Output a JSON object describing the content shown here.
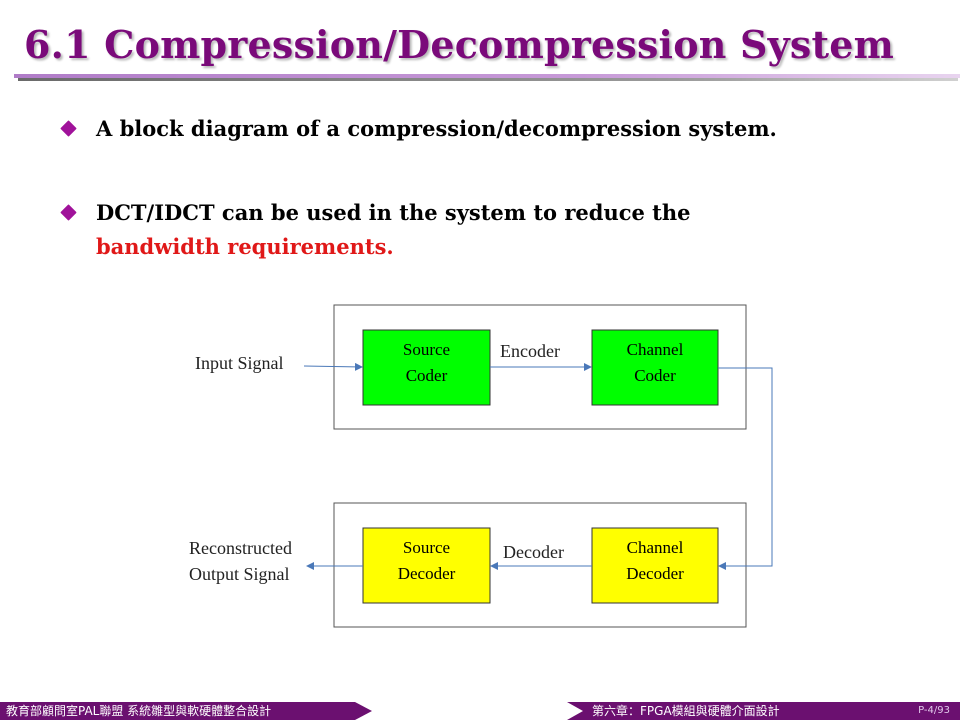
{
  "slide": {
    "title": "6.1 Compression/Decompression System",
    "bullets": [
      {
        "text": "A block diagram of a compression/decompression system."
      },
      {
        "text": "DCT/IDCT can be used in the system to reduce the",
        "highlight": "bandwidth requirements."
      }
    ]
  },
  "diagram": {
    "input_label": "Input Signal",
    "output_label_line1": "Reconstructed",
    "output_label_line2": "Output Signal",
    "encoder_label": "Encoder",
    "decoder_label": "Decoder",
    "source_coder": [
      "Source",
      "Coder"
    ],
    "channel_coder": [
      "Channel",
      "Coder"
    ],
    "source_decoder": [
      "Source",
      "Decoder"
    ],
    "channel_decoder": [
      "Channel",
      "Decoder"
    ],
    "colors": {
      "coder_fill": "#00ff00",
      "decoder_fill": "#ffff00",
      "arrow": "#4a78b8"
    }
  },
  "footer": {
    "left": "教育部顧問室PAL聯盟 系統雛型與軟硬體整合設計",
    "right": "第六章：FPGA模組與硬體介面設計",
    "page": "P-4/93"
  }
}
